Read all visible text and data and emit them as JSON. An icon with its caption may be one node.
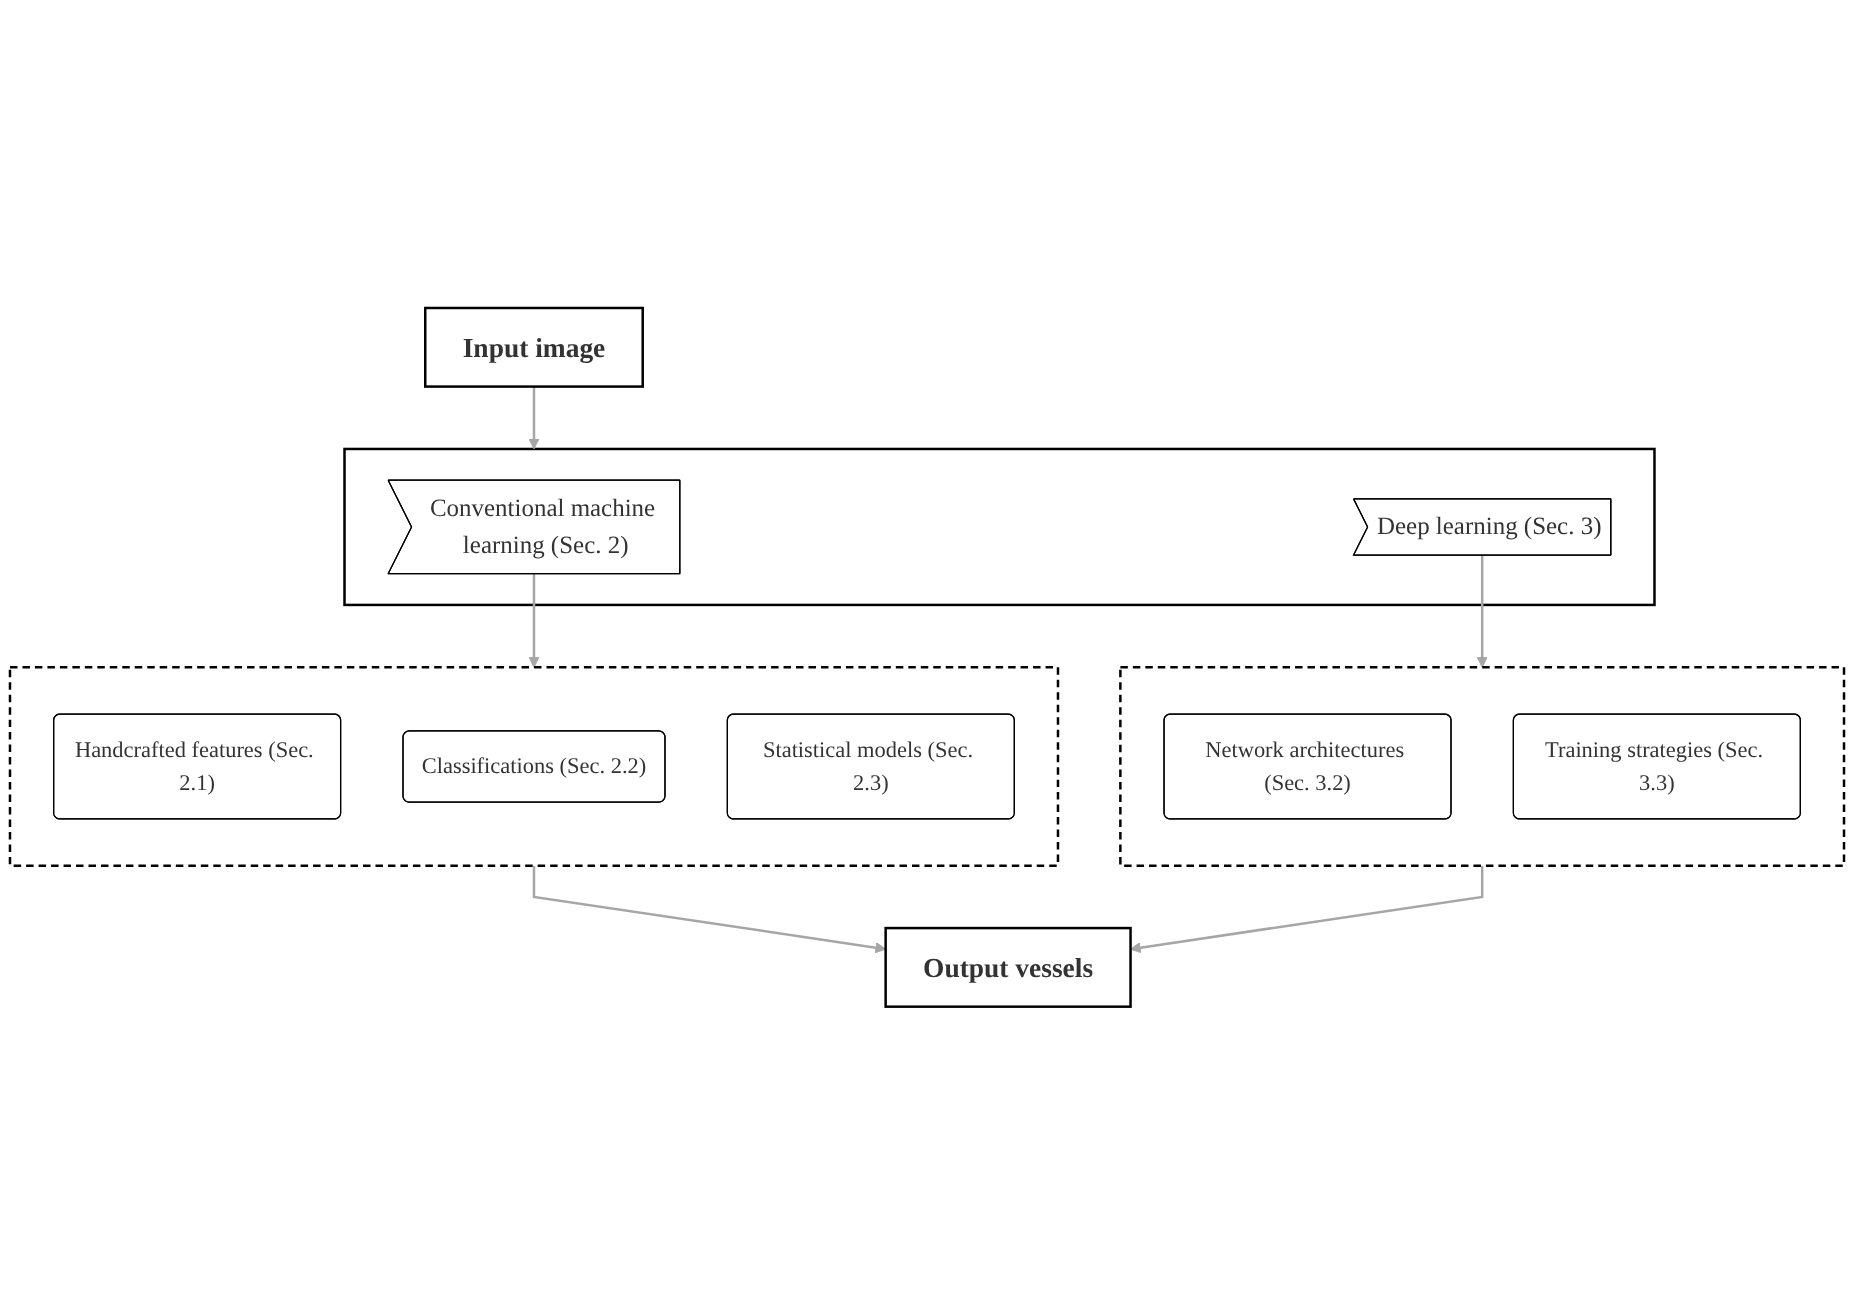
{
  "diagram": {
    "nodes": [
      {
        "text": [
          "Input image"
        ]
      },
      {
        "text": [],
        "shape": "box"
      },
      {
        "text": [
          "Conventional machine learning (Sec. 2)"
        ],
        "in": 1
      },
      {
        "text": [
          "Deep learning (Sec. 3)"
        ],
        "in": 1
      },
      {
        "text": [],
        "shape": "box"
      },
      {
        "text": [
          "Handcrafted features (Sec. 2.1)"
        ],
        "in": 4
      },
      {
        "text": [
          "Classifications (Sec. 2.2)"
        ],
        "in": 4
      },
      {
        "text": [
          "Statistical models (Sec. 2.3)"
        ],
        "in": 4
      },
      {
        "text": [],
        "shape": "box"
      },
      {
        "text": [
          "Network architectures (Sec. 3.2)"
        ],
        "in": 8
      },
      {
        "text": [
          "Training strategies (Sec. 3.3)"
        ],
        "in": 8
      },
      {
        "text": [
          "Output vessels"
        ]
      }
    ],
    "edges": [
      {
        "from": 0,
        "to": 1,
        "arrow": "to"
      },
      {
        "from": 2,
        "to": 4,
        "arrow": "to"
      },
      {
        "from": 3,
        "to": 8,
        "arrow": "to"
      },
      {
        "from": 4,
        "to": 11,
        "arrow": "to"
      },
      {
        "from": 8,
        "to": 11,
        "arrow": "to"
      }
    ]
  }
}
